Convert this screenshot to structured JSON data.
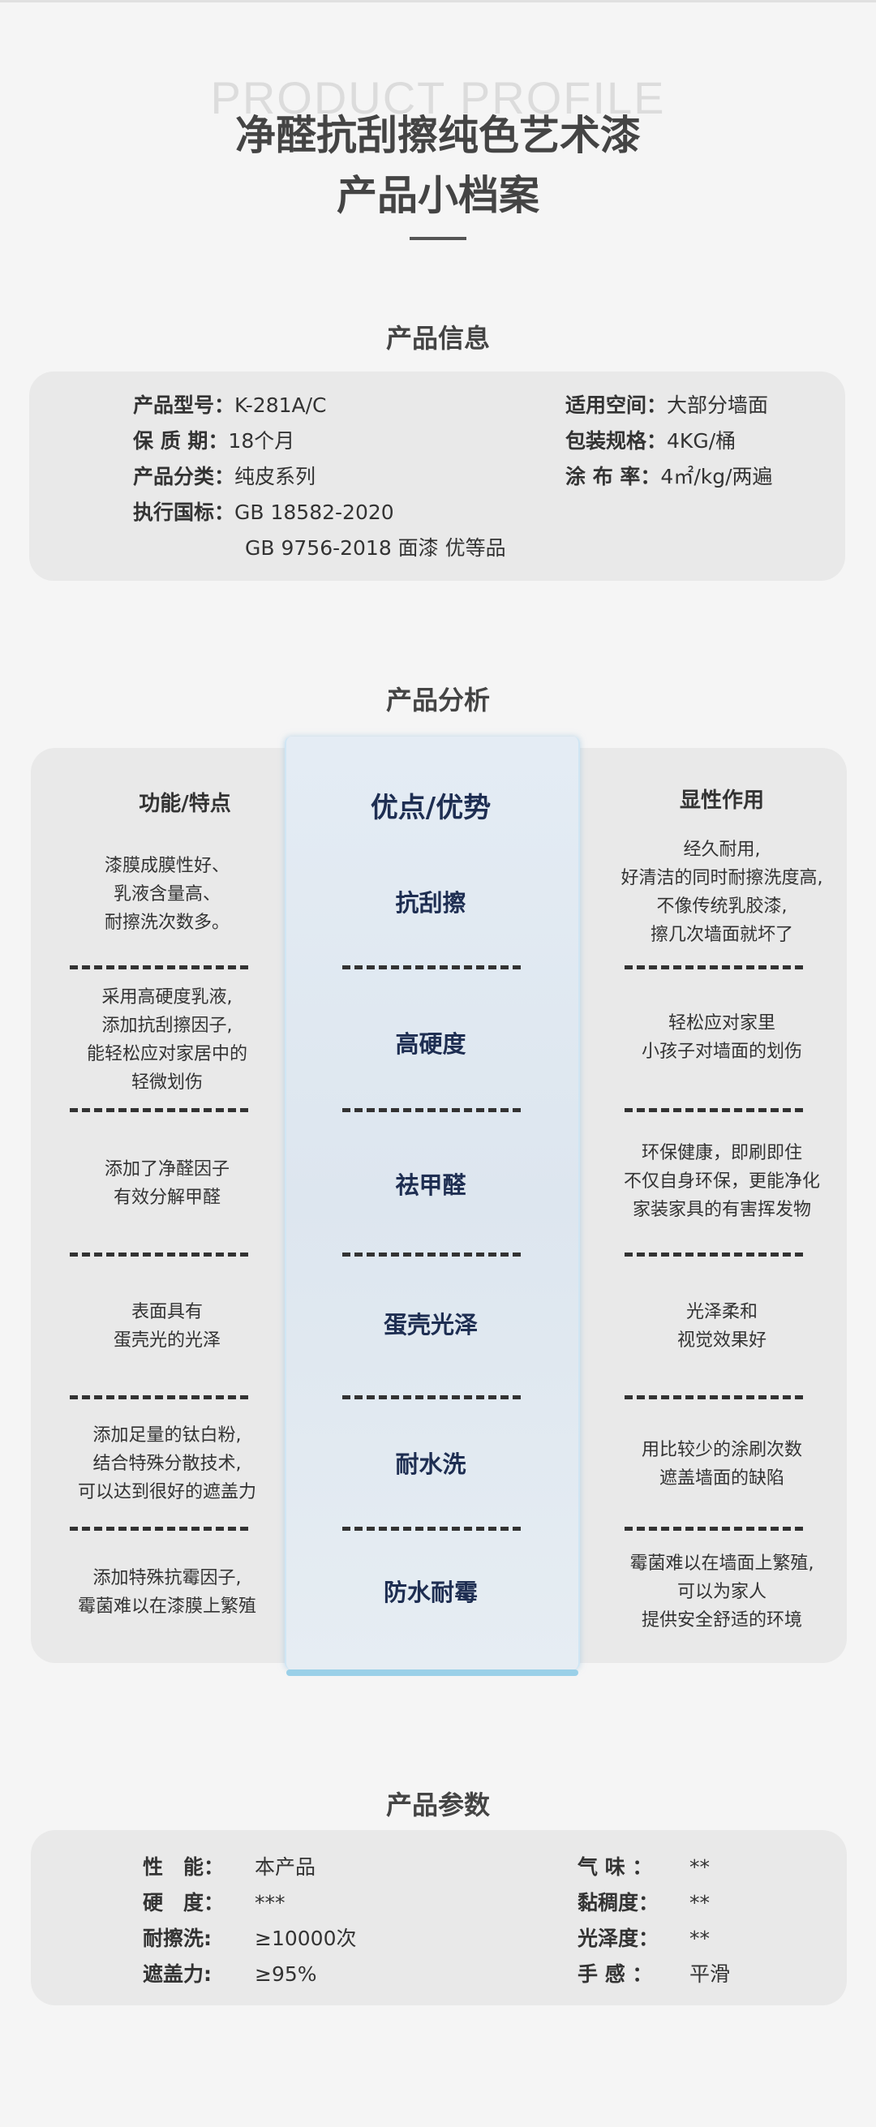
{
  "header": {
    "ghost_text": "PRODUCT PROFILE",
    "title_line1": "净醛抗刮擦纯色艺术漆",
    "title_line2": "产品小档案"
  },
  "info": {
    "section_title": "产品信息",
    "left": [
      {
        "label": "产品型号：",
        "value": "K-281A/C"
      },
      {
        "label": "保 质 期：",
        "value": "18个月"
      },
      {
        "label": "产品分类：",
        "value": "纯皮系列"
      },
      {
        "label": "执行国标：",
        "value": "GB 18582-2020"
      }
    ],
    "standard_line2": "GB 9756-2018 面漆 优等品",
    "right": [
      {
        "label": "适用空间：",
        "value": "大部分墙面"
      },
      {
        "label": "包装规格：",
        "value": "4KG/桶"
      },
      {
        "label": "涂 布 率：",
        "value": "4㎡/kg/两遍"
      }
    ]
  },
  "analysis": {
    "section_title": "产品分析",
    "head_left": "功能/特点",
    "head_mid": "优点/优势",
    "head_right": "显性作用",
    "rows": [
      {
        "left": [
          "漆膜成膜性好、",
          "乳液含量高、",
          "耐擦洗次数多。"
        ],
        "mid": "抗刮擦",
        "right": [
          "经久耐用,",
          "好清洁的同时耐擦洗度高,",
          "不像传统乳胶漆,",
          "擦几次墙面就坏了"
        ]
      },
      {
        "left": [
          "采用高硬度乳液,",
          "添加抗刮擦因子,",
          "能轻松应对家居中的",
          "轻微划伤"
        ],
        "mid": "高硬度",
        "right": [
          "轻松应对家里",
          "小孩子对墙面的划伤"
        ]
      },
      {
        "left": [
          "添加了净醛因子",
          "有效分解甲醛"
        ],
        "mid": "祛甲醛",
        "right": [
          "环保健康，即刷即住",
          "不仅自身环保，更能净化",
          "家装家具的有害挥发物"
        ]
      },
      {
        "left": [
          "表面具有",
          "蛋壳光的光泽"
        ],
        "mid": "蛋壳光泽",
        "right": [
          "光泽柔和",
          "视觉效果好"
        ]
      },
      {
        "left": [
          "添加足量的钛白粉,",
          "结合特殊分散技术,",
          "可以达到很好的遮盖力"
        ],
        "mid": "耐水洗",
        "right": [
          "用比较少的涂刷次数",
          "遮盖墙面的缺陷"
        ]
      },
      {
        "left": [
          "添加特殊抗霉因子,",
          "霉菌难以在漆膜上繁殖"
        ],
        "mid": "防水耐霉",
        "right": [
          "霉菌难以在墙面上繁殖,",
          "可以为家人",
          "提供安全舒适的环境"
        ]
      }
    ]
  },
  "params": {
    "section_title": "产品参数",
    "left": [
      {
        "label": "性　能：",
        "value": "本产品"
      },
      {
        "label": "硬　度：",
        "value": "***"
      },
      {
        "label": "耐擦洗:",
        "value": "≥10000次"
      },
      {
        "label": "遮盖力:",
        "value": "≥95%"
      }
    ],
    "right": [
      {
        "label": "气 味 ：",
        "value": "**"
      },
      {
        "label": "黏稠度：",
        "value": "**"
      },
      {
        "label": "光泽度：",
        "value": "**"
      },
      {
        "label": "手 感 ：",
        "value": "平滑"
      }
    ]
  }
}
